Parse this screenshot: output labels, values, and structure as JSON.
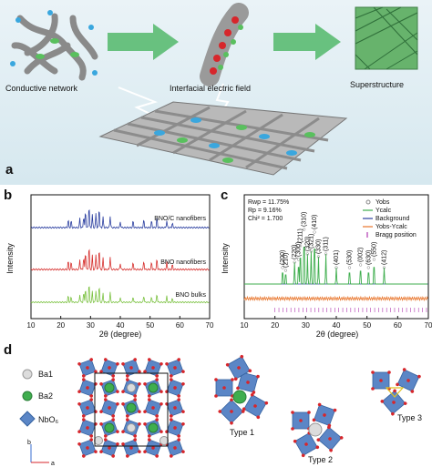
{
  "panel_a": {
    "letter": "a",
    "labels": {
      "conductive": "Conductive network",
      "interfacial": "Interfacial electric field",
      "superstructure": "Superstructure"
    }
  },
  "panel_b": {
    "letter": "b",
    "xlabel": "2θ (degree)",
    "ylabel": "Intensity",
    "xticks": [
      "10",
      "20",
      "30",
      "40",
      "50",
      "60",
      "70"
    ],
    "series_labels": [
      "BNO/C nanofibers",
      "BNO nanofibers",
      "BNO bulks"
    ],
    "colors": [
      "#2b3fa0",
      "#d6312f",
      "#7cc242"
    ]
  },
  "panel_c": {
    "letter": "c",
    "xlabel": "2θ (degree)",
    "ylabel": "Intensity",
    "xticks": [
      "10",
      "20",
      "30",
      "40",
      "50",
      "60",
      "70"
    ],
    "stats": [
      "Rwp = 11.75%",
      "Rp  = 9.16%",
      "Chi² = 1.700"
    ],
    "legend": [
      "Yobs",
      "Ycalc",
      "Background",
      "Yobs-Ycalc",
      "Bragg position"
    ],
    "peaks": [
      {
        "label": "(200)",
        "x": 22.5
      },
      {
        "label": "(210)",
        "x": 23.5
      },
      {
        "label": "(220)",
        "x": 26.4
      },
      {
        "label": "(300)",
        "x": 27.7
      },
      {
        "label": "(211)",
        "x": 28.3
      },
      {
        "label": "(310)",
        "x": 29.5
      },
      {
        "label": "(320)",
        "x": 30.6
      },
      {
        "label": "(321)",
        "x": 31.8
      },
      {
        "label": "(410)",
        "x": 32.9
      },
      {
        "label": "(330)",
        "x": 34.2
      },
      {
        "label": "(311)",
        "x": 36.6
      },
      {
        "label": "(401)",
        "x": 40.0
      },
      {
        "label": "(530)",
        "x": 44.3
      },
      {
        "label": "(002)",
        "x": 47.9
      },
      {
        "label": "(630)",
        "x": 50.5
      },
      {
        "label": "(550)",
        "x": 52.3
      },
      {
        "label": "(412)",
        "x": 55.6
      }
    ]
  },
  "panel_d": {
    "letter": "d",
    "legend": [
      "Ba1",
      "Ba2",
      "NbO₆"
    ],
    "axes": [
      "b",
      "a"
    ],
    "types": [
      "Type 1",
      "Type 2",
      "Type 3"
    ]
  },
  "colors": {
    "octa": "#5b86c6",
    "octa_dark": "#35629f",
    "oxygen": "#d7262b",
    "ba1": "#dcdcdc",
    "ba2": "#3fae4e",
    "arrow": "#52b96a",
    "superstructure": "#67b36c"
  }
}
